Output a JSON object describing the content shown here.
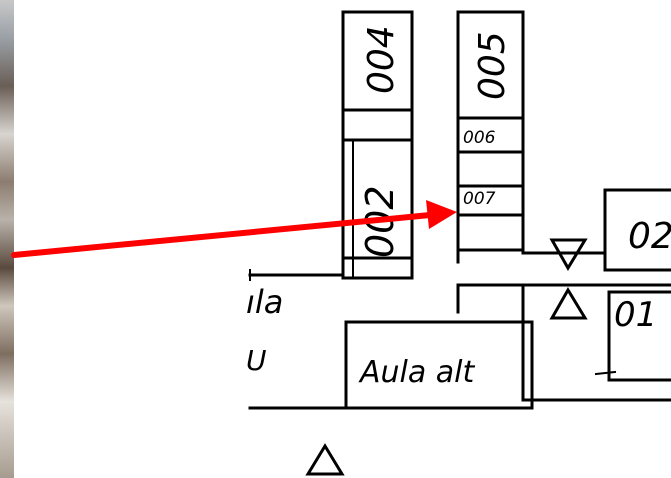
{
  "rooms": {
    "r004": "004",
    "r005": "005",
    "r006": "006",
    "r007": "007",
    "r002": "002",
    "r02": "02",
    "r01": "01",
    "aula_partial": "ıla",
    "aula_partial2": "U",
    "aula_alt": "Aula alt"
  },
  "colors": {
    "arrow": "#ff0000",
    "lines": "#000000",
    "background": "#ffffff"
  },
  "icons": {
    "arrow": "red-arrow-icon",
    "triangle_down": "triangle-down-icon",
    "triangle_up": "triangle-up-icon"
  }
}
